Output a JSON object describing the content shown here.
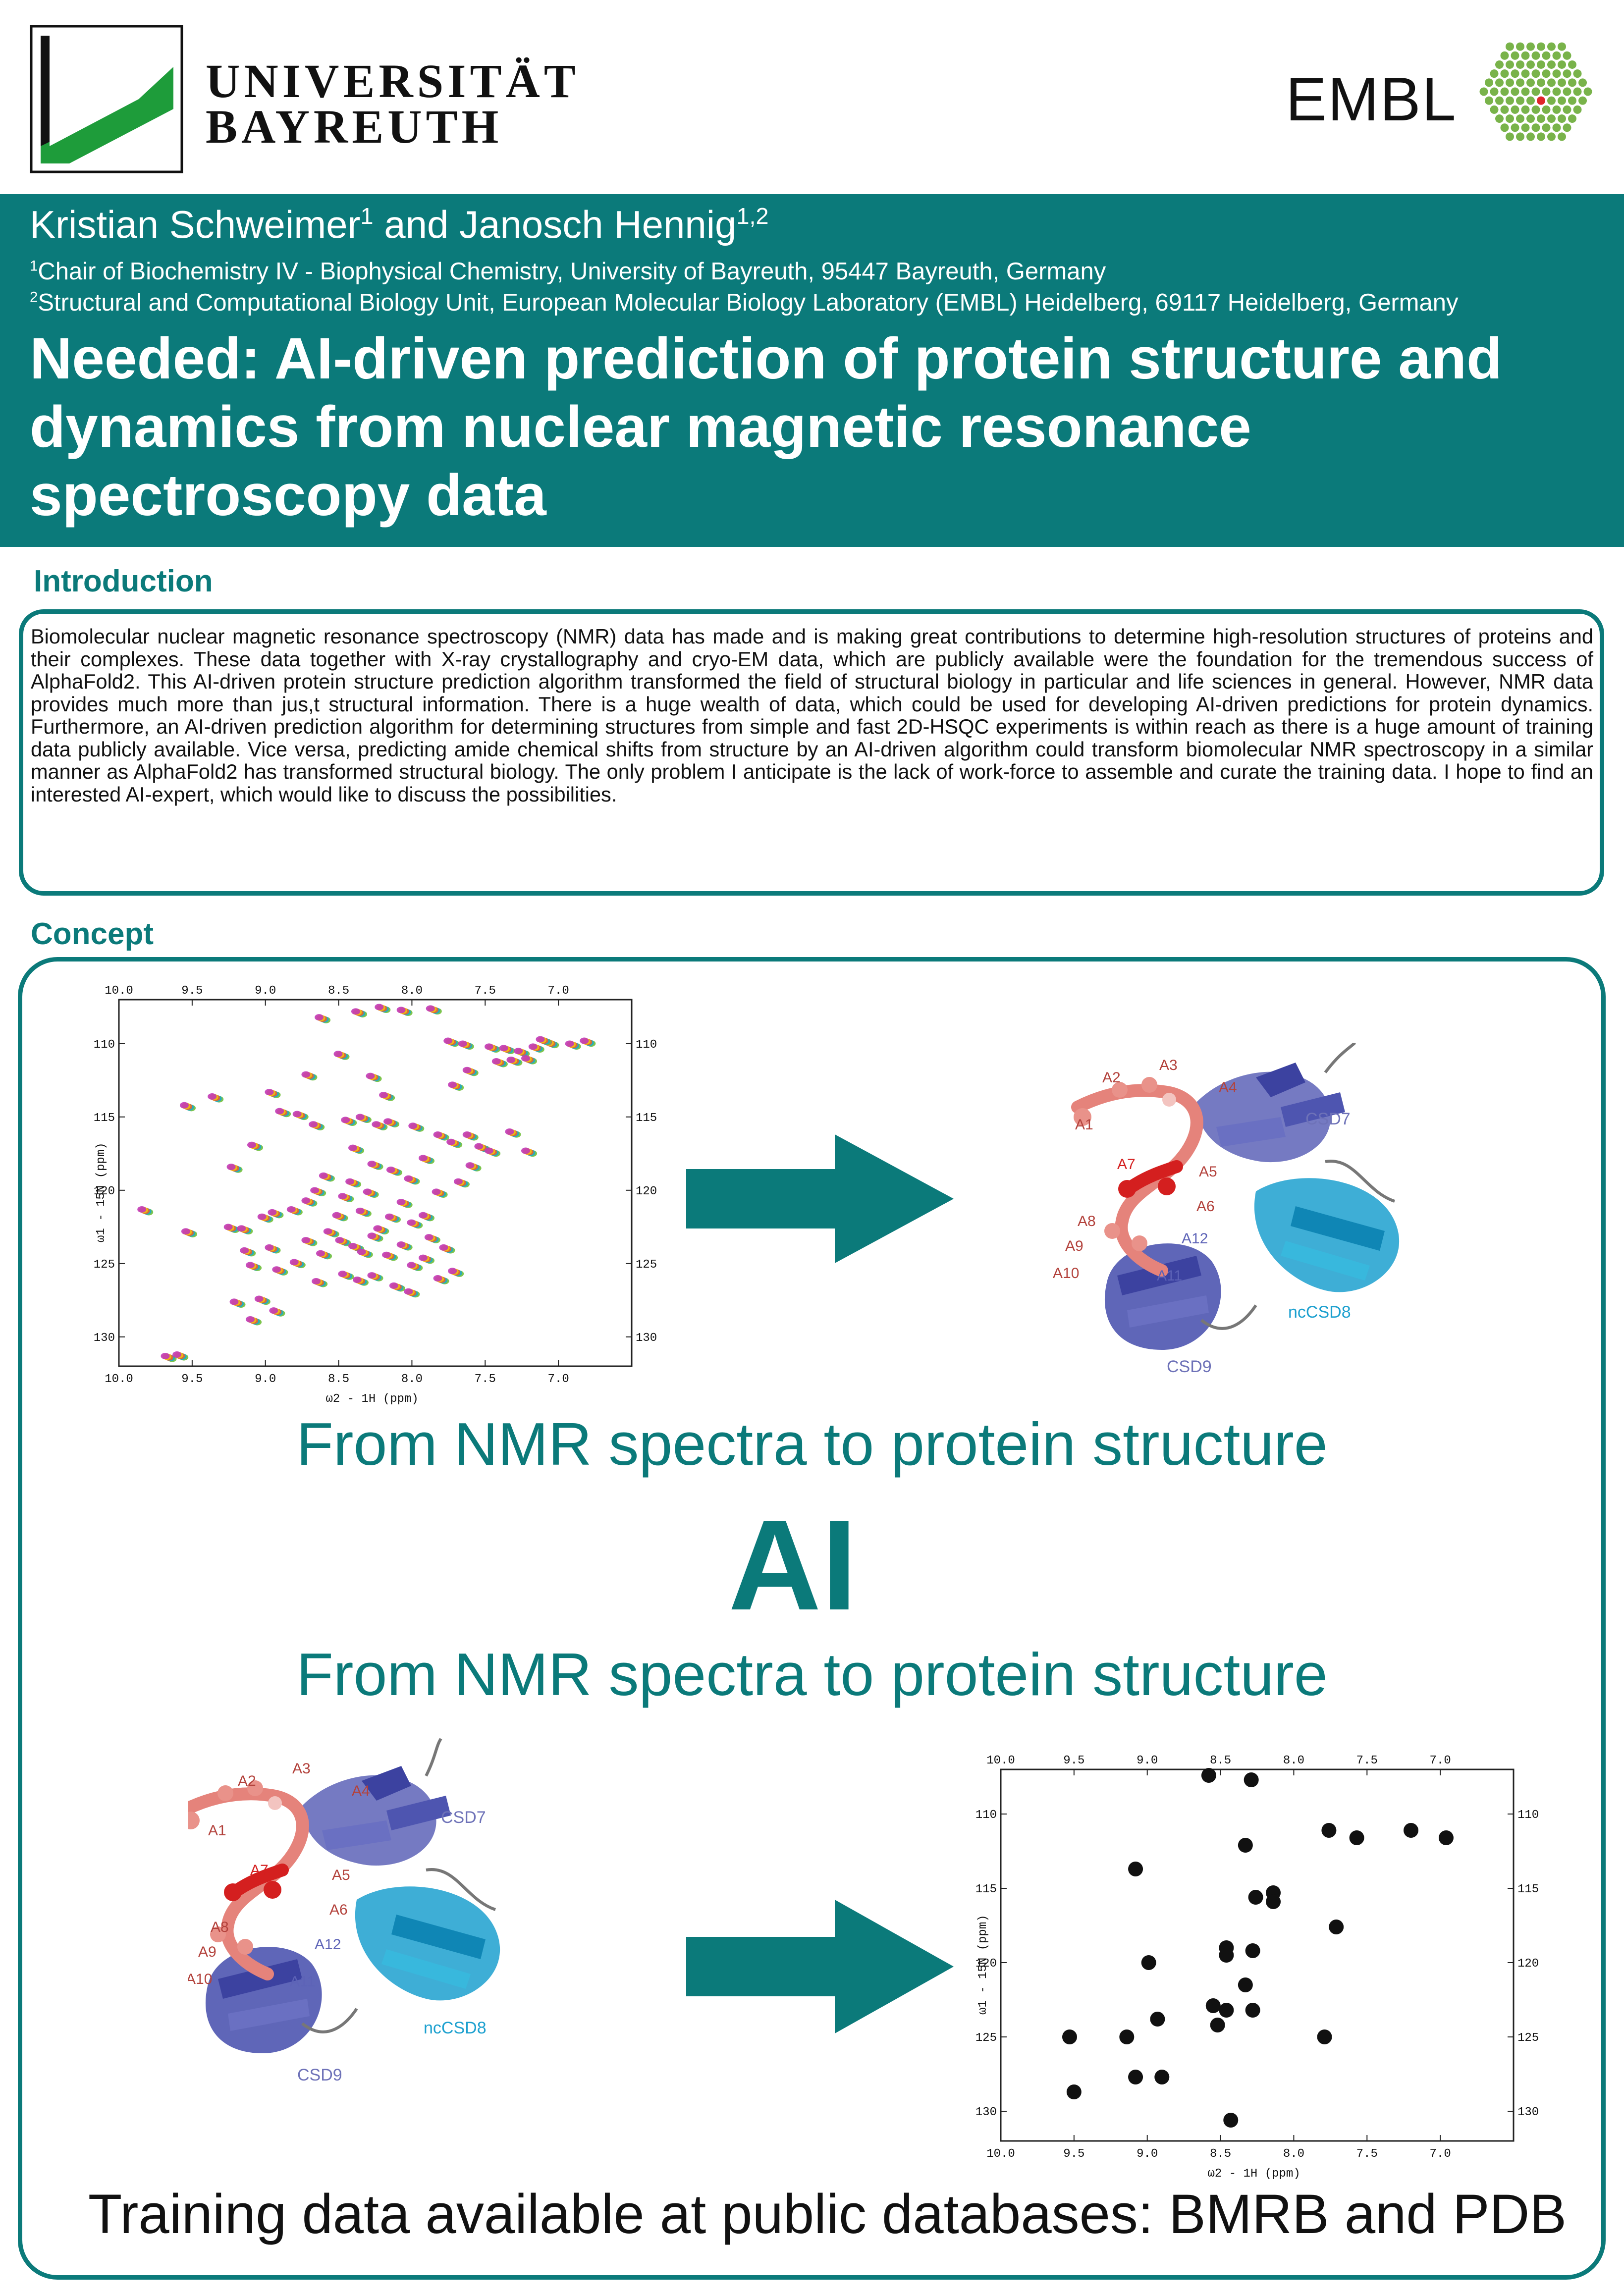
{
  "header": {
    "university_name_line1": "UNIVERSITÄT",
    "university_name_line2": "BAYREUTH",
    "embl_name": "EMBL"
  },
  "authors": {
    "name1": "Kristian Schweimer",
    "name1_sup": "1",
    "and": " and ",
    "name2": "Janosch Hennig",
    "name2_sup": "1,2",
    "aff1_sup": "1",
    "aff1": "Chair of Biochemistry IV - Biophysical Chemistry, University of Bayreuth, 95447 Bayreuth, Germany",
    "aff2_sup": "2",
    "aff2": "Structural and Computational Biology Unit, European Molecular Biology Laboratory (EMBL) Heidelberg, 69117 Heidelberg, Germany"
  },
  "title": "Needed: AI-driven prediction of protein structure and dynamics from nuclear magnetic resonance spectroscopy data",
  "introduction": {
    "heading": "Introduction",
    "text": "Biomolecular nuclear magnetic resonance spectroscopy (NMR) data has made and is making great contributions to determine high-resolution structures of proteins and their complexes. These data together with X-ray crystallography and cryo-EM data, which are publicly available were the foundation for the tremendous success of AlphaFold2. This AI-driven protein structure prediction algorithm transformed the field of structural biology in particular and life sciences in general. However, NMR data provides much more than jus,t structural information. There is a huge wealth of data, which could be used for developing AI-driven predictions for protein dynamics. Furthermore, an AI-driven prediction algorithm for determining structures from simple and fast 2D-HSQC experiments is within reach as there is a huge amount of training data publicly available. Vice versa, predicting amide chemical shifts from structure by an AI-driven algorithm could transform biomolecular NMR spectroscopy in a similar manner as AlphaFold2 has transformed structural biology. The only problem I anticipate is the lack of work-force to assemble and curate the training data. I hope to find an interested AI-expert, which would like to discuss the possibilities."
  },
  "concept": {
    "heading": "Concept",
    "line1": "From NMR spectra to protein structure",
    "ai": "AI",
    "line2": "From NMR spectra to protein structure",
    "training": "Training data available at public databases: BMRB and PDB"
  },
  "structure_labels": {
    "A1": "A1",
    "A2": "A2",
    "A3": "A3",
    "A4": "A4",
    "A5": "A5",
    "A6": "A6",
    "A7": "A7",
    "A8": "A8",
    "A9": "A9",
    "A10": "A10",
    "A11": "A11",
    "A12": "A12",
    "csd7": "CSD7",
    "ncCSD8": "ncCSD8",
    "csd9": "CSD9"
  },
  "colors": {
    "teal": "#0b7a7a",
    "ubt_green": "#1e9c3a",
    "embl_green": "#79b34a",
    "embl_red": "#e0262a"
  },
  "chart_data": [
    {
      "type": "scatter",
      "name": "HSQC spectrum (overlay)",
      "xlabel": "ω2 - 1H (ppm)",
      "ylabel": "ω1 - 15N (ppm)",
      "xlim": [
        10.0,
        6.5
      ],
      "ylim": [
        107,
        132
      ],
      "xticks": [
        10.0,
        9.5,
        9.0,
        8.5,
        8.0,
        7.5,
        7.0
      ],
      "yticks": [
        110,
        115,
        120,
        125,
        130
      ],
      "xtick_labels": [
        "10.0",
        "9.5",
        "9.0",
        "8.5",
        "8.0",
        "7.5",
        "7.0"
      ],
      "ytick_labels": [
        "110",
        "115",
        "120",
        "125",
        "130"
      ],
      "series_colors": [
        "#c238b6",
        "#f2c20c",
        "#e8642a",
        "#1fa8c8",
        "#6fbf3a"
      ],
      "points": [
        [
          8.36,
          107.9
        ],
        [
          8.2,
          107.6
        ],
        [
          8.05,
          107.8
        ],
        [
          7.85,
          107.7
        ],
        [
          8.61,
          108.3
        ],
        [
          8.48,
          110.8
        ],
        [
          8.26,
          112.3
        ],
        [
          8.7,
          112.2
        ],
        [
          7.73,
          109.9
        ],
        [
          7.63,
          110.1
        ],
        [
          7.45,
          110.3
        ],
        [
          7.35,
          110.4
        ],
        [
          7.25,
          110.6
        ],
        [
          7.15,
          110.3
        ],
        [
          7.05,
          110.0
        ],
        [
          6.8,
          109.9
        ],
        [
          6.9,
          110.1
        ],
        [
          7.1,
          109.8
        ],
        [
          7.3,
          111.2
        ],
        [
          7.4,
          111.3
        ],
        [
          7.2,
          111.1
        ],
        [
          7.6,
          111.9
        ],
        [
          7.7,
          112.9
        ],
        [
          9.34,
          113.7
        ],
        [
          9.53,
          114.3
        ],
        [
          8.95,
          113.4
        ],
        [
          8.88,
          114.7
        ],
        [
          8.76,
          114.9
        ],
        [
          8.43,
          115.3
        ],
        [
          8.33,
          115.1
        ],
        [
          8.22,
          115.6
        ],
        [
          8.14,
          115.4
        ],
        [
          7.97,
          115.7
        ],
        [
          7.8,
          116.3
        ],
        [
          7.71,
          116.8
        ],
        [
          7.6,
          116.3
        ],
        [
          7.52,
          117.1
        ],
        [
          7.45,
          117.4
        ],
        [
          7.58,
          118.4
        ],
        [
          7.31,
          116.1
        ],
        [
          7.2,
          117.4
        ],
        [
          9.82,
          121.4
        ],
        [
          9.21,
          118.5
        ],
        [
          9.23,
          122.6
        ],
        [
          9.52,
          122.9
        ],
        [
          9.0,
          121.9
        ],
        [
          8.93,
          121.6
        ],
        [
          8.8,
          121.4
        ],
        [
          8.7,
          120.8
        ],
        [
          8.64,
          120.1
        ],
        [
          8.58,
          119.1
        ],
        [
          8.45,
          120.5
        ],
        [
          8.4,
          119.5
        ],
        [
          8.33,
          121.5
        ],
        [
          8.28,
          120.2
        ],
        [
          8.21,
          122.7
        ],
        [
          8.13,
          121.9
        ],
        [
          8.05,
          120.9
        ],
        [
          7.98,
          122.3
        ],
        [
          7.9,
          121.8
        ],
        [
          7.86,
          123.3
        ],
        [
          7.81,
          120.2
        ],
        [
          7.76,
          124.0
        ],
        [
          7.66,
          119.5
        ],
        [
          8.55,
          122.9
        ],
        [
          8.47,
          123.5
        ],
        [
          8.38,
          123.9
        ],
        [
          8.32,
          124.3
        ],
        [
          8.25,
          123.2
        ],
        [
          8.15,
          124.5
        ],
        [
          8.05,
          123.8
        ],
        [
          7.98,
          125.2
        ],
        [
          7.9,
          124.7
        ],
        [
          8.6,
          124.4
        ],
        [
          8.7,
          123.5
        ],
        [
          8.78,
          125.0
        ],
        [
          8.9,
          125.5
        ],
        [
          9.08,
          125.2
        ],
        [
          8.95,
          124.0
        ],
        [
          8.45,
          125.8
        ],
        [
          8.35,
          126.2
        ],
        [
          8.25,
          125.9
        ],
        [
          8.1,
          126.6
        ],
        [
          8.0,
          127.0
        ],
        [
          7.8,
          126.1
        ],
        [
          7.7,
          125.6
        ],
        [
          9.19,
          127.7
        ],
        [
          9.02,
          127.5
        ],
        [
          8.92,
          128.3
        ],
        [
          9.08,
          128.9
        ],
        [
          9.12,
          124.2
        ],
        [
          8.63,
          126.3
        ],
        [
          9.14,
          122.7
        ],
        [
          8.49,
          121.8
        ],
        [
          9.66,
          131.4
        ],
        [
          9.58,
          131.3
        ],
        [
          8.25,
          118.3
        ],
        [
          8.12,
          118.7
        ],
        [
          8.38,
          117.2
        ],
        [
          8.0,
          119.3
        ],
        [
          7.9,
          117.9
        ],
        [
          8.17,
          113.6
        ],
        [
          8.65,
          115.6
        ],
        [
          9.07,
          117.0
        ]
      ]
    },
    {
      "type": "scatter",
      "name": "HSQC spectrum (predicted peaks)",
      "xlabel": "ω2 - 1H (ppm)",
      "ylabel": "ω1 - 15N (ppm)",
      "xlim": [
        10.0,
        6.5
      ],
      "ylim": [
        107,
        132
      ],
      "xticks": [
        10.0,
        9.5,
        9.0,
        8.5,
        8.0,
        7.5,
        7.0
      ],
      "yticks": [
        110,
        115,
        120,
        125,
        130
      ],
      "xtick_labels": [
        "10.0",
        "9.5",
        "9.0",
        "8.5",
        "8.0",
        "7.5",
        "7.0"
      ],
      "ytick_labels": [
        "110",
        "115",
        "120",
        "125",
        "130"
      ],
      "series_colors": [
        "#111111"
      ],
      "points": [
        [
          8.58,
          107.4
        ],
        [
          8.29,
          107.7
        ],
        [
          7.76,
          111.1
        ],
        [
          7.57,
          111.6
        ],
        [
          7.2,
          111.1
        ],
        [
          6.96,
          111.6
        ],
        [
          8.33,
          112.1
        ],
        [
          9.08,
          113.7
        ],
        [
          8.26,
          115.6
        ],
        [
          8.14,
          115.3
        ],
        [
          8.14,
          115.9
        ],
        [
          7.71,
          117.6
        ],
        [
          8.99,
          120.0
        ],
        [
          8.46,
          119.0
        ],
        [
          8.46,
          119.5
        ],
        [
          8.28,
          119.2
        ],
        [
          8.33,
          121.5
        ],
        [
          8.55,
          122.9
        ],
        [
          8.93,
          123.8
        ],
        [
          8.52,
          124.2
        ],
        [
          8.46,
          123.2
        ],
        [
          8.28,
          123.2
        ],
        [
          9.53,
          125.0
        ],
        [
          9.14,
          125.0
        ],
        [
          7.79,
          125.0
        ],
        [
          9.08,
          127.7
        ],
        [
          8.9,
          127.7
        ],
        [
          9.5,
          128.7
        ],
        [
          8.43,
          130.6
        ]
      ]
    }
  ]
}
